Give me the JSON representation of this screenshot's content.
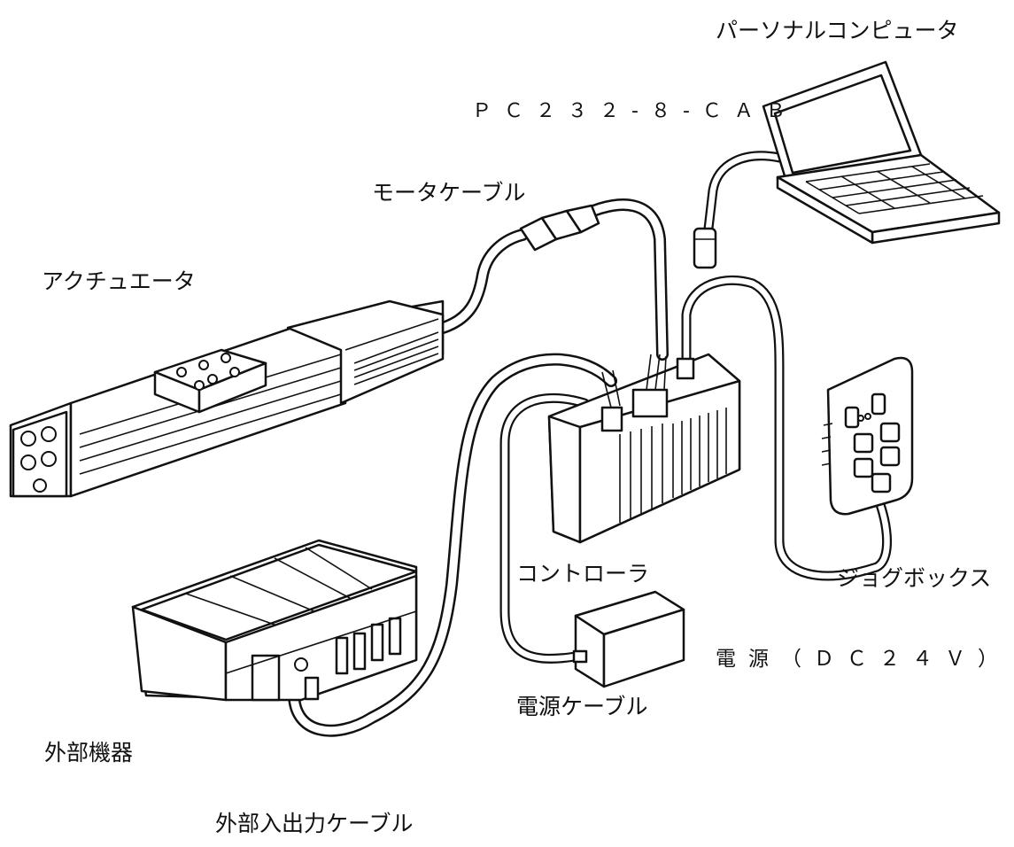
{
  "labels": {
    "personal_computer": "パーソナルコンピュータ",
    "pc_cable": "ＰＣ２３２-８-ＣＡＢ",
    "motor_cable": "モータケーブル",
    "actuator": "アクチュエータ",
    "controller": "コントローラ",
    "jog_box": "ジョグボックス",
    "power_supply": "電源（ＤＣ２４Ｖ）",
    "power_cable": "電源ケーブル",
    "external_device": "外部機器",
    "external_io_cable": "外部入出力ケーブル"
  }
}
